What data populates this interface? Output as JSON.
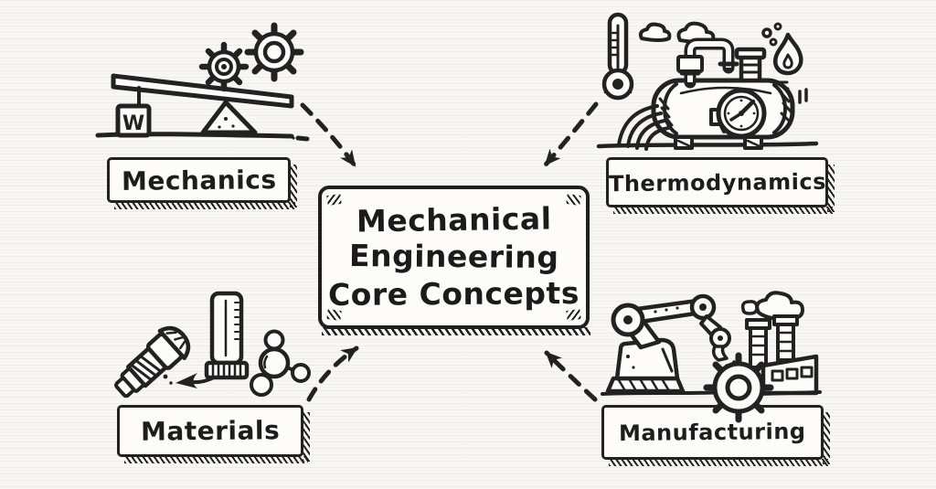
{
  "diagram": {
    "center": {
      "line1": "Mechanical",
      "line2": "Engineering",
      "line3": "Core Concepts"
    },
    "nodes": {
      "mechanics": {
        "label": "Mechanics",
        "icon": "lever-balance-gears-icon",
        "weight_label": "W"
      },
      "thermodynamics": {
        "label": "Thermodynamics",
        "icon": "boiler-thermometer-flame-icon"
      },
      "materials": {
        "label": "Materials",
        "icon": "bolt-cylinder-molecule-icon"
      },
      "manufacturing": {
        "label": "Manufacturing",
        "icon": "robot-arm-gear-factory-icon"
      }
    },
    "arrows": [
      {
        "name": "mechanics-to-center",
        "style": "dashed"
      },
      {
        "name": "thermodynamics-to-center",
        "style": "dashed"
      },
      {
        "name": "materials-to-center",
        "style": "dashed"
      },
      {
        "name": "manufacturing-to-center",
        "style": "dashed"
      }
    ],
    "colors": {
      "ink": "#222222",
      "paper": "#f8f7f3"
    }
  }
}
